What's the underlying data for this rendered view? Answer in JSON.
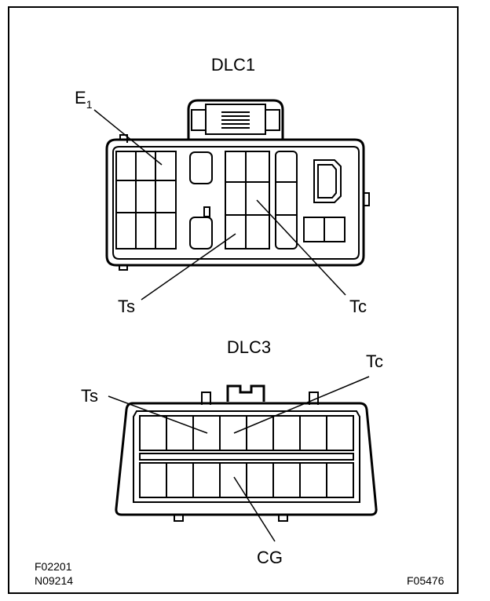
{
  "dlc1": {
    "title": "DLC1",
    "e1_main": "E",
    "e1_sub": "1",
    "ts": "Ts",
    "tc": "Tc"
  },
  "dlc3": {
    "title": "DLC3",
    "ts": "Ts",
    "tc": "Tc",
    "cg": "CG"
  },
  "codes": {
    "left_top": "F02201",
    "left_bottom": "N09214",
    "right": "F05476"
  }
}
